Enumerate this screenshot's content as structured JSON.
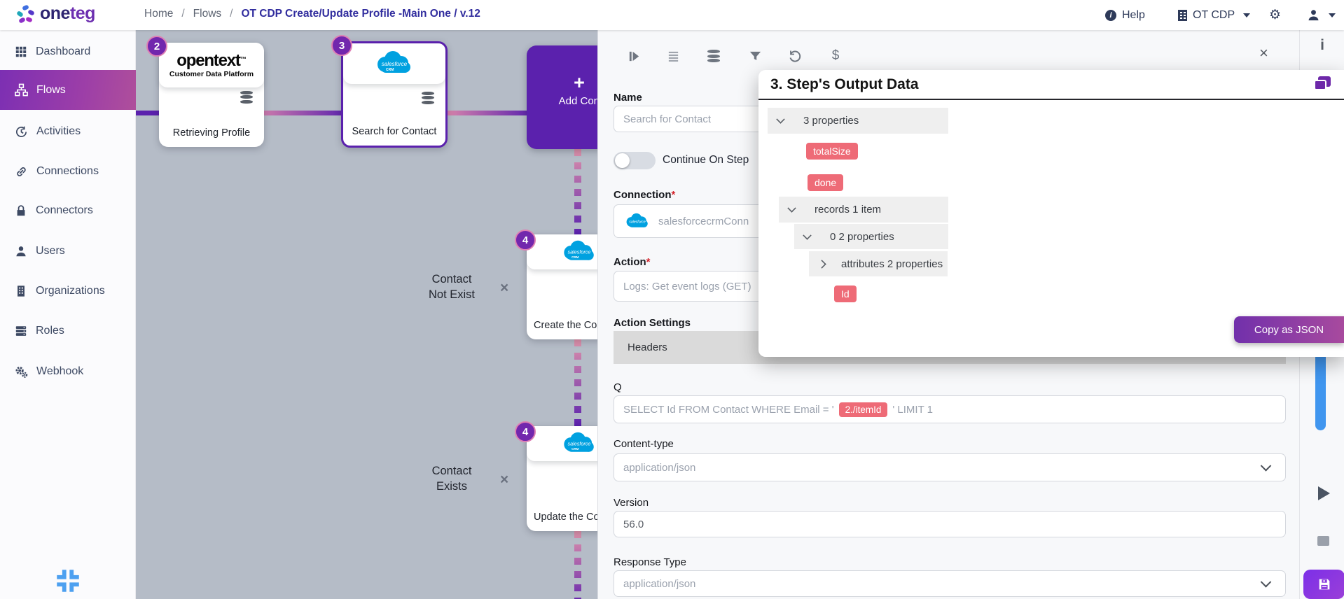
{
  "topbar": {
    "logo": {
      "part1": "one",
      "part2": "teg"
    },
    "breadcrumb": {
      "home": "Home",
      "sep1": "/",
      "flows": "Flows",
      "sep2": "/",
      "current": "OT CDP Create/Update Profile -Main One / v.12"
    },
    "help_label": "Help",
    "org_label": "OT CDP"
  },
  "sidebar": {
    "items": [
      {
        "label": "Dashboard"
      },
      {
        "label": "Flows",
        "active": true
      },
      {
        "label": "Activities"
      },
      {
        "label": "Connections"
      },
      {
        "label": "Connectors"
      },
      {
        "label": "Users"
      },
      {
        "label": "Organizations"
      },
      {
        "label": "Roles"
      },
      {
        "label": "Webhook"
      }
    ]
  },
  "canvas": {
    "opentext_logo": {
      "name": "opentext",
      "tm": "™",
      "subtitle": "Customer Data Platform"
    },
    "salesforce_logo": {
      "name": "salesforce",
      "subtitle": "CRM"
    },
    "nodes": {
      "retrieve": {
        "badge": "2",
        "label": "Retrieving Profile"
      },
      "search": {
        "badge": "3",
        "label": "Search for Contact"
      },
      "addcond": {
        "plus": "+",
        "label": "Add Cond"
      },
      "create": {
        "badge": "4",
        "label": "Create the Co"
      },
      "update": {
        "badge": "4",
        "label": "Update the Co"
      }
    },
    "branches": {
      "not_exist": {
        "line1": "Contact",
        "line2": "Not Exist"
      },
      "exists": {
        "line1": "Contact",
        "line2": "Exists"
      }
    },
    "remove_icon": "×"
  },
  "panel": {
    "toolbar": {
      "dollar": "$",
      "close_icon": "×"
    },
    "fields": {
      "name_label": "Name",
      "name_value": "Search for Contact",
      "toggle_label": "Continue On Step",
      "connection_label": "Connection",
      "required_mark": "*",
      "connection_value": "salesforcecrmConn",
      "action_label": "Action",
      "action_value": "Logs: Get event logs (GET)",
      "action_settings_label": "Action Settings",
      "headers_label": "Headers",
      "q_label": "Q",
      "q_prefix": "SELECT Id FROM Contact WHERE Email = '",
      "q_token": "2./itemId",
      "q_suffix": "' LIMIT 1",
      "content_type_label": "Content-type",
      "content_type_value": "application/json",
      "version_label": "Version",
      "version_value": "56.0",
      "response_type_label": "Response Type",
      "response_type_value": "application/json"
    }
  },
  "popup": {
    "title": "3. Step's Output Data",
    "tree": [
      {
        "kind": "group",
        "chevron": "down",
        "label": "3 properties"
      },
      {
        "kind": "badge",
        "label": "totalSize"
      },
      {
        "kind": "badge",
        "label": "done"
      },
      {
        "kind": "group",
        "chevron": "down",
        "label": "records 1 item"
      },
      {
        "kind": "group",
        "chevron": "down",
        "label": "0 2 properties"
      },
      {
        "kind": "group",
        "chevron": "right",
        "label": "attributes 2 properties"
      },
      {
        "kind": "badge",
        "label": "Id"
      }
    ],
    "copy_button_label": "Copy as JSON"
  },
  "colors": {
    "accent_purple": "#5b21ad",
    "sidebar_gradient": [
      "#7c2fb3",
      "#af4f9b"
    ],
    "badge_red": "#ee6b77",
    "salesforce_blue": "#00A1E0",
    "scroll_blue": "#4096ef",
    "canvas_gray": "#b5bcc7",
    "breadcrumb_active": "#312d9e"
  }
}
